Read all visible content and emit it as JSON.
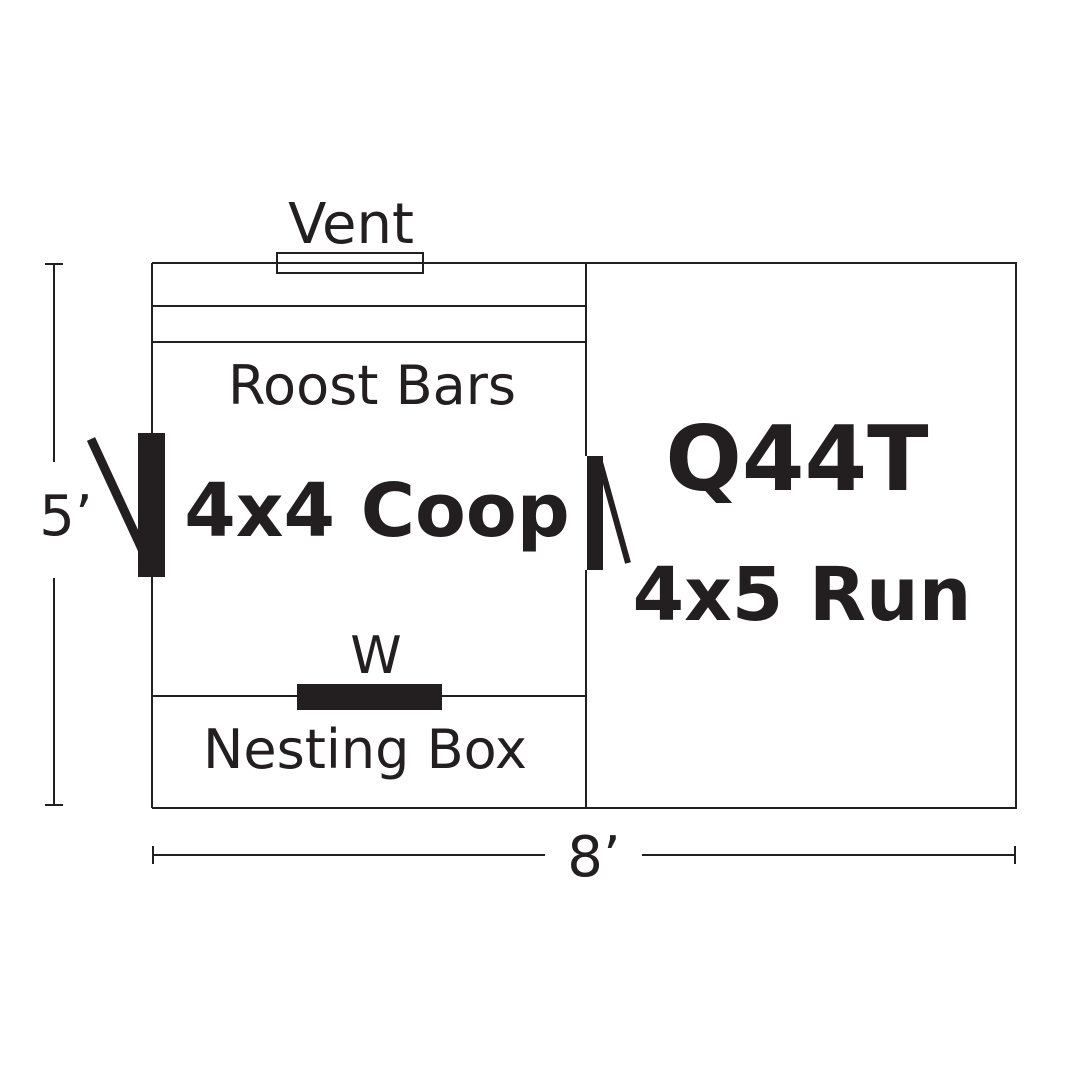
{
  "labels": {
    "vent": "Vent",
    "roost_bars": "Roost Bars",
    "coop": "4x4 Coop",
    "model": "Q44T",
    "run": "4x5 Run",
    "window": "W",
    "nesting_box": "Nesting Box",
    "height_dim": "5’",
    "width_dim": "8’"
  },
  "colors": {
    "ink": "#231f20",
    "background": "#ffffff"
  }
}
